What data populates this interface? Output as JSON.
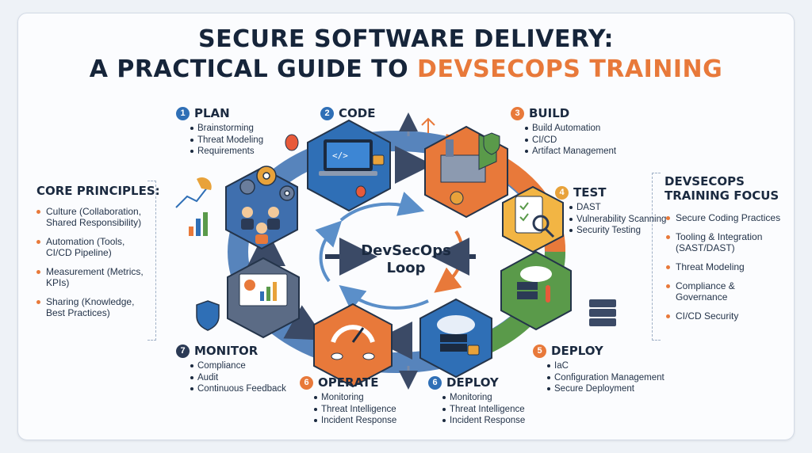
{
  "title": {
    "line1": "SECURE SOFTWARE DELIVERY:",
    "line2_prefix": "A PRACTICAL GUIDE TO ",
    "line2_accent": "DEVSECOPS TRAINING"
  },
  "center_label": {
    "line1": "DevSecOps",
    "line2": "Loop"
  },
  "core_principles": {
    "title": "CORE PRINCIPLES:",
    "items": [
      "Culture (Collaboration, Shared Responsibility)",
      "Automation (Tools, CI/CD Pipeline)",
      "Measurement (Metrics, KPIs)",
      "Sharing (Knowledge, Best Practices)"
    ]
  },
  "training_focus": {
    "title_line1": "DEVSECOPS",
    "title_line2": "TRAINING FOCUS",
    "items": [
      "Secure Coding Practices",
      "Tooling & Integration (SAST/DAST)",
      "Threat Modeling",
      "Compliance & Governance",
      "CI/CD Security"
    ]
  },
  "stages": [
    {
      "num": "1",
      "name": "PLAN",
      "color": "#2f6fb6",
      "items": [
        "Brainstorming",
        "Threat Modeling",
        "Requirements"
      ]
    },
    {
      "num": "2",
      "name": "CODE",
      "color": "#2f6fb6",
      "items": []
    },
    {
      "num": "3",
      "name": "BUILD",
      "color": "#e8793a",
      "items": [
        "Build Automation",
        "CI/CD",
        "Artifact Management"
      ]
    },
    {
      "num": "4",
      "name": "TEST",
      "color": "#e8a23a",
      "items": [
        "DAST",
        "Vulnerability Scanning",
        "Security Testing"
      ]
    },
    {
      "num": "5",
      "name": "DEPLOY",
      "color": "#e8793a",
      "items": [
        "IaC",
        "Configuration Management",
        "Secure Deployment"
      ]
    },
    {
      "num": "6",
      "name": "DEPLOY",
      "color": "#2f6fb6",
      "items": [
        "Monitoring",
        "Threat Intelligence",
        "Incident Response"
      ]
    },
    {
      "num": "6",
      "name": "OPERATE",
      "color": "#e8793a",
      "items": [
        "Monitoring",
        "Threat Intelligence",
        "Incident Response"
      ]
    },
    {
      "num": "7",
      "name": "MONITOR",
      "color": "#2b3a55",
      "items": [
        "Compliance",
        "Audit",
        "Continuous Feedback"
      ]
    }
  ],
  "colors": {
    "blue": "#2f6fb6",
    "orange": "#e8793a",
    "green": "#5a9a4a",
    "navy": "#2b3a55"
  },
  "icons": [
    "bug-icon",
    "shield-icon",
    "gear-icon",
    "laptop-icon",
    "factory-icon",
    "clipboard-icon",
    "cloud-icon",
    "server-icon",
    "gauge-icon",
    "dashboard-icon",
    "team-icon",
    "chart-icon",
    "lock-icon"
  ]
}
